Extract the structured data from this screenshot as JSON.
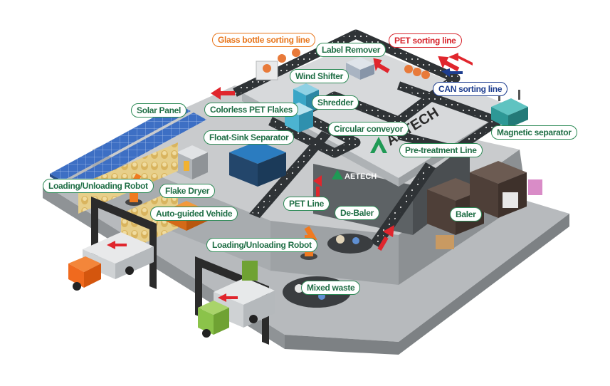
{
  "labels": {
    "glass_bottle_sorting_line": "Glass bottle sorting line",
    "label_remover": "Label Remover",
    "pet_sorting_line": "PET sorting line",
    "wind_shifter": "Wind Shifter",
    "can_sorting_line": "CAN sorting line",
    "solar_panel": "Solar Panel",
    "colorless_pet_flakes": "Colorless PET Flakes",
    "shredder": "Shredder",
    "circular_conveyor": "Circular conveyor",
    "magnetic_separator": "Magnetic separator",
    "float_sink_separator": "Float-Sink Separator",
    "pre_treatment_line": "Pre-treatment Line",
    "loading_unloading_robot_left": "Loading/Unloading Robot",
    "flake_dryer": "Flake Dryer",
    "pet_line": "PET Line",
    "auto_guided_vehicle": "Auto-guided Vehide",
    "de_baler": "De-Baler",
    "baler": "Baler",
    "loading_unloading_robot_center": "Loading/Unloading Robot",
    "mixed_waste": "Mixed waste"
  },
  "brand": {
    "roof_logo": "AETECH",
    "wall_logo": "AETECH"
  },
  "colors": {
    "label_green": "#2e8b57",
    "label_orange": "#e8751a",
    "label_red": "#d7262e",
    "label_blue": "#1d3d8f",
    "arrow_red": "#e0262d",
    "floor": "#c9cbcd",
    "wall": "#9ea2a5",
    "conveyor": "#2f3336",
    "truck_orange": "#f06a1e",
    "truck_green": "#8bc34a",
    "solar_blue": "#3d6fc4"
  }
}
